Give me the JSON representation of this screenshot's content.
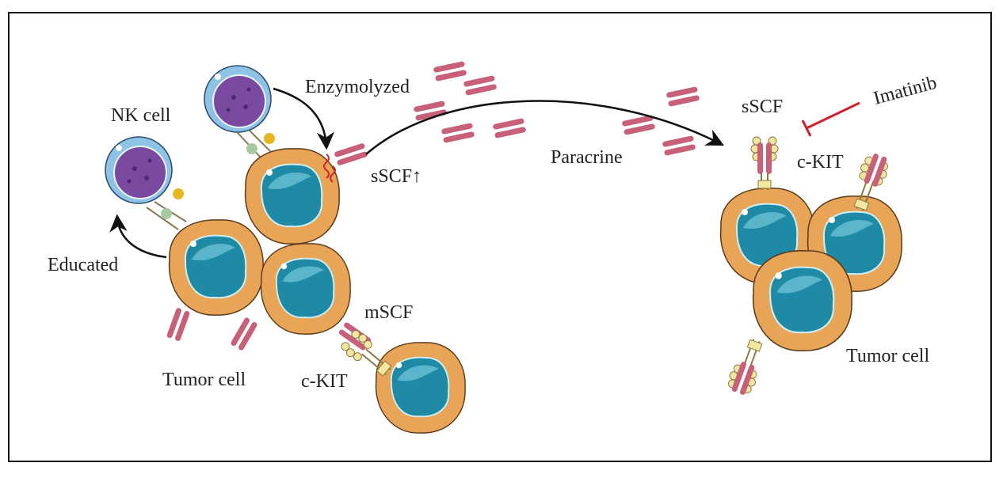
{
  "labels": {
    "nk_cell": "NK cell",
    "enzymolyzed": "Enzymolyzed",
    "sscf_up": "sSCF↑",
    "paracrine": "Paracrine",
    "sscf": "sSCF",
    "imatinib": "Imatinib",
    "ckit_right": "c-KIT",
    "educated": "Educated",
    "mscf": "mSCF",
    "tumor_cell_left": "Tumor cell",
    "ckit_left": "c-KIT",
    "tumor_cell_right": "Tumor cell"
  },
  "colors": {
    "tumor_cytoplasm": "#e8a558",
    "nucleus": "#1f8aa6",
    "nk_outer": "#8fc3e6",
    "nk_nucleus": "#7a4aa0",
    "scf": "#c8607a",
    "ckit": "#f2e6a0",
    "inhibition": "#d0202a"
  }
}
